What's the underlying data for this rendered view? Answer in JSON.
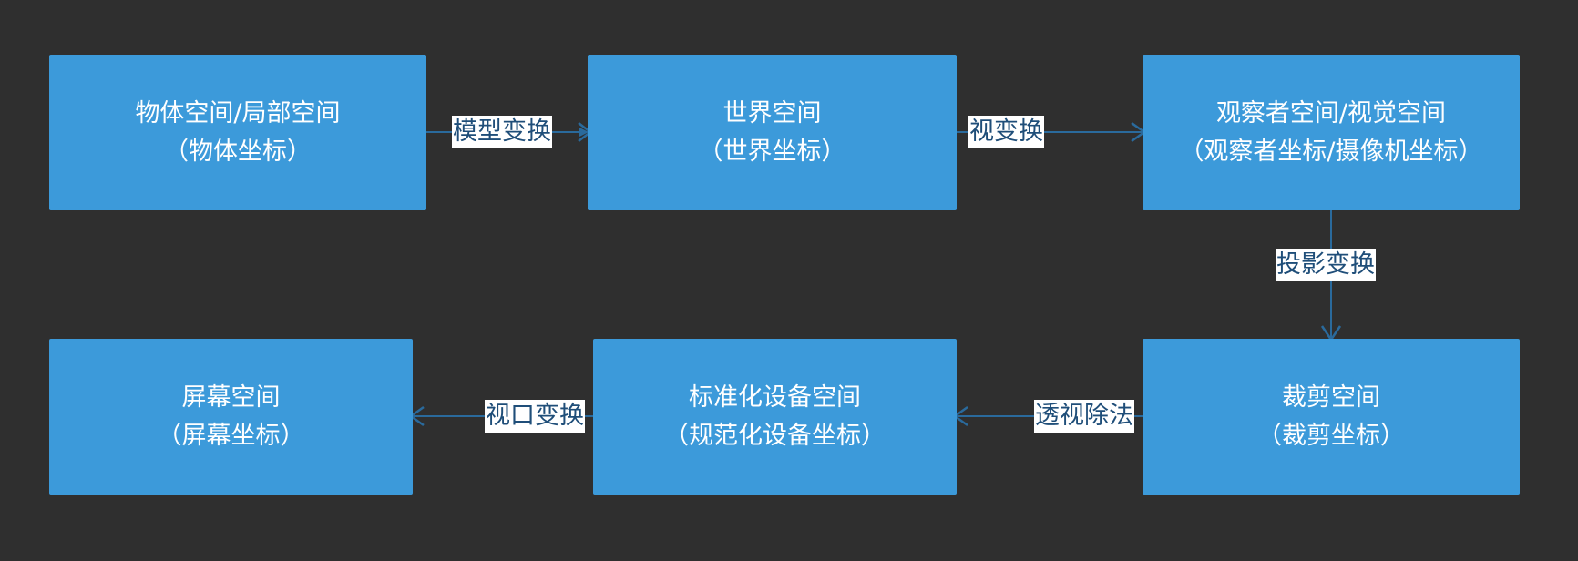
{
  "colors": {
    "background": "#2f2f2f",
    "node_fill": "#3c9ada",
    "node_text": "#ffffff",
    "edge": "#2a6a9c",
    "label_bg": "#ffffff",
    "label_text": "#1f4e79"
  },
  "nodes": {
    "object_space": {
      "line1": "物体空间/局部空间",
      "line2": "（物体坐标）"
    },
    "world_space": {
      "line1": "世界空间",
      "line2": "（世界坐标）"
    },
    "view_space": {
      "line1": "观察者空间/视觉空间",
      "line2": "（观察者坐标/摄像机坐标）"
    },
    "clip_space": {
      "line1": "裁剪空间",
      "line2": "（裁剪坐标）"
    },
    "ndc_space": {
      "line1": "标准化设备空间",
      "line2": "（规范化设备坐标）"
    },
    "screen_space": {
      "line1": "屏幕空间",
      "line2": "（屏幕坐标）"
    }
  },
  "edges": {
    "model_transform": "模型变换",
    "view_transform": "视变换",
    "projection_transform": "投影变换",
    "perspective_divide": "透视除法",
    "viewport_transform": "视口变换"
  }
}
